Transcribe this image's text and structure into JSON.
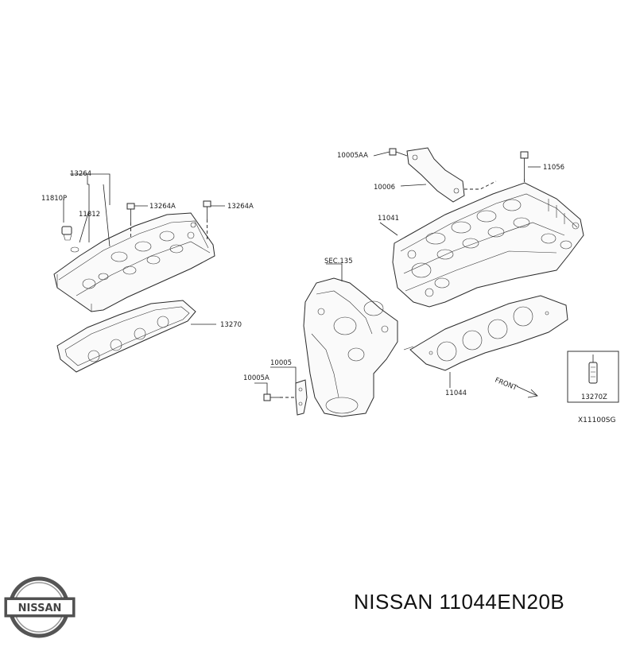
{
  "diagram": {
    "labels": {
      "cover": "13264",
      "plug_cap": "11810P",
      "seal": "11812",
      "bolt_a1": "13264A",
      "bolt_a2": "13264A",
      "cover_gasket": "13270",
      "bolt_aa": "10005AA",
      "bracket": "10006",
      "head_bolt": "11056",
      "cylinder_head": "11041",
      "section": "SEC.135",
      "bracket_b": "10005",
      "bolt_a": "10005A",
      "head_gasket": "11044",
      "stud": "13270Z",
      "front": "FRONT",
      "figure_ref": "X11100SG"
    }
  },
  "caption": "NISSAN 11044EN20B",
  "logo_text": "NISSAN",
  "colors": {
    "ink": "#222222",
    "logo": "#555555"
  }
}
